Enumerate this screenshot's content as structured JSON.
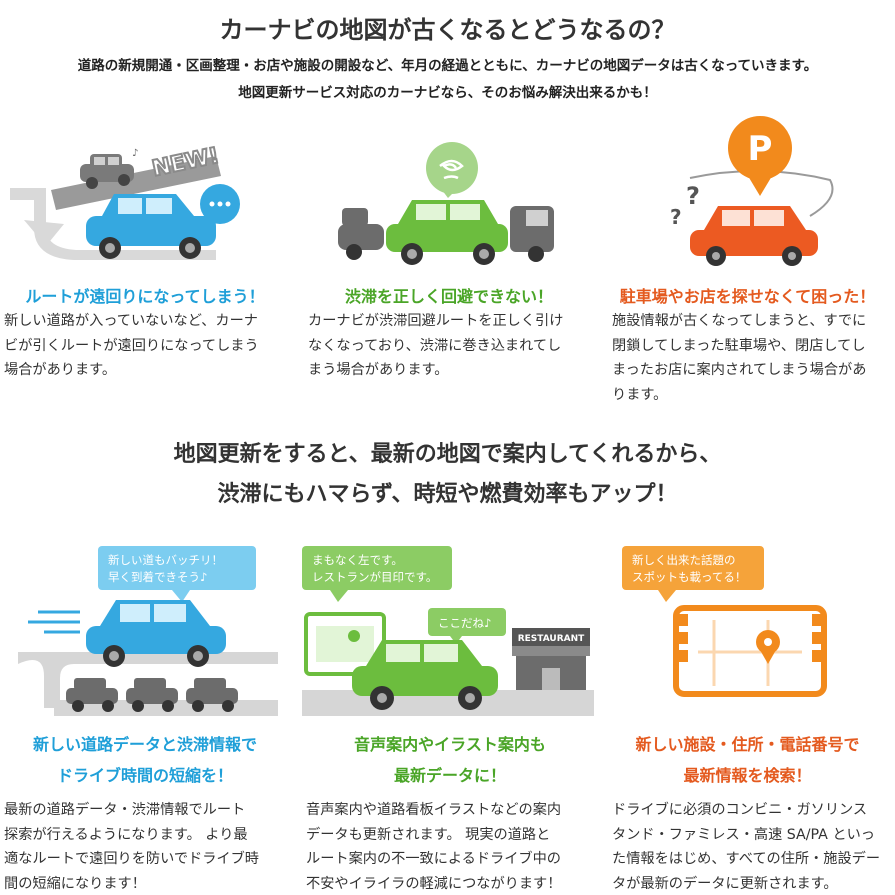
{
  "header": {
    "title": "カーナビの地図が古くなるとどうなるの？",
    "lead_line1": "道路の新規開通・区画整理・お店や施設の開設など、年月の経過とともに、カーナビの地図データは古くなっていきます。",
    "lead_line2": "地図更新サービス対応のカーナビなら、そのお悩み解決出来るかも！"
  },
  "problems": [
    {
      "heading": "ルートが遠回りになってしまう！",
      "body": "新しい道路が入っていないなど、カーナ\nビが引くルートが遠回りになってしまう\n場合があります。",
      "illustration_text": "NEW!"
    },
    {
      "heading": "渋滞を正しく回避できない！",
      "body": "カーナビが渋滞回避ルートを正しく引け\nなくなっており、渋滞に巻き込まれてし\nまう場合があります。"
    },
    {
      "heading": "駐車場やお店を探せなくて困った！",
      "body": "施設情報が古くなってしまうと、すでに\n閉鎖してしまった駐車場や、閉店してし\nまったお店に案内されてしまう場合があ\nります。",
      "illustration_text": "P"
    }
  ],
  "middle": {
    "line1": "地図更新をすると、最新の地図で案内してくれるから、",
    "line2": "渋滞にもハマらず、時短や燃費効率もアップ！"
  },
  "benefits": [
    {
      "bubble": "新しい道もバッチリ！\n早く到着できそう♪",
      "heading": "新しい道路データと渋滞情報で\nドライブ時間の短縮を！",
      "body": "最新の道路データ・渋滞情報でルート\n探索が行えるようになります。 より最\n適なルートで遠回りを防いでドライブ時\n間の短縮になります！"
    },
    {
      "bubble": "まもなく左です。\nレストランが目印です。",
      "bubble2": "ここだね♪",
      "sign": "RESTAURANT",
      "heading": "音声案内やイラスト案内も\n最新データに！",
      "body": "音声案内や道路看板イラストなどの案内\nデータも更新されます。 現実の道路と\nルート案内の不一致によるドライブ中の\n不安やイライラの軽減につながります！"
    },
    {
      "bubble": "新しく出来た話題の\nスポットも載ってる！",
      "heading": "新しい施設・住所・電話番号で\n最新情報を検索！",
      "body": "ドライブに必須のコンビニ・ガソリンス\nタンド・ファミレス・高速 SA/PA といっ\nた情報をはじめ、すべての住所・施設デー\nタが最新のデータに更新されます。"
    }
  ],
  "colors": {
    "blue": "#1f9fd8",
    "green": "#4aa527",
    "orange": "#e45a1f",
    "gray": "#888888"
  }
}
